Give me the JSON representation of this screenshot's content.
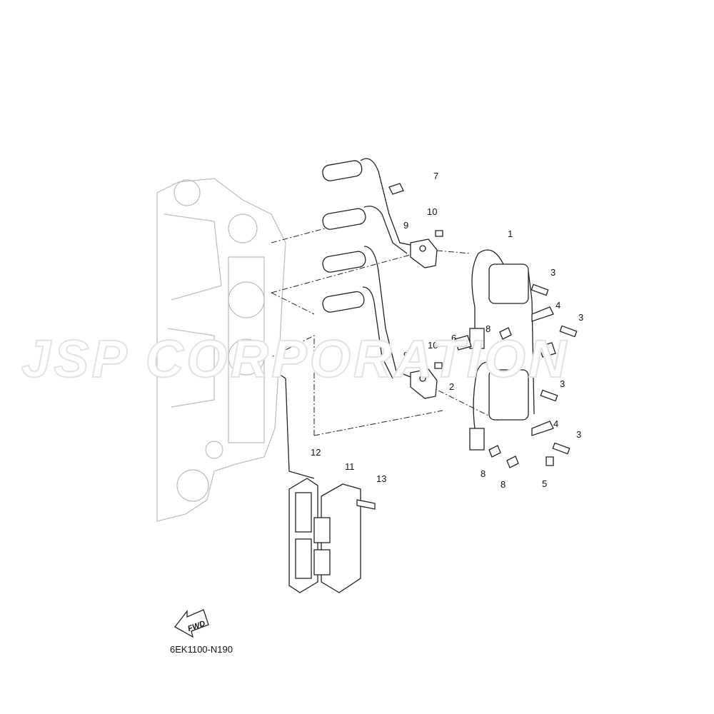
{
  "watermark": "JSP CORPORATION",
  "fwd_label": "FWD",
  "diagram_code": "6EK1100-N190",
  "callouts": [
    "7",
    "10",
    "9",
    "1",
    "3",
    "4",
    "3",
    "8",
    "6",
    "10",
    "9",
    "7",
    "2",
    "3",
    "4",
    "3",
    "12",
    "11",
    "13",
    "8",
    "8",
    "5"
  ]
}
